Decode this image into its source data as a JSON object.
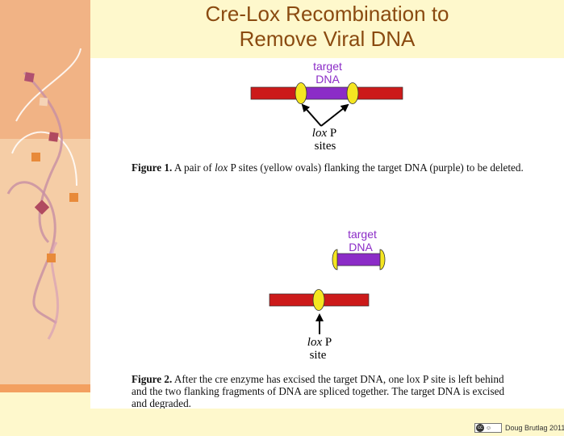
{
  "slide": {
    "title_line1": "Cre-Lox Recombination to",
    "title_line2": "Remove Viral DNA",
    "credit": "Doug Brutlag 2011"
  },
  "figure1": {
    "target_line1": "target",
    "target_line2": "DNA",
    "lox_italic": "lox",
    "lox_rest": " P",
    "sites": "sites",
    "caption_label": "Figure 1.",
    "caption_a": " A pair of ",
    "caption_lox": "lox",
    "caption_b": " P sites (yellow ovals) flanking the target DNA (purple) to be deleted."
  },
  "figure2": {
    "target_line1": "target",
    "target_line2": "DNA",
    "lox_italic": "lox",
    "lox_rest": " P",
    "site": "site",
    "caption_label": "Figure 2.",
    "caption_text": " After the cre enzyme has excised the target DNA, one lox P site is left behind and the two flanking fragments of DNA are spliced together. The target DNA is excised and degraded."
  },
  "colors": {
    "flanking_dna": "#cc1a1a",
    "target_dna": "#8b2cc7",
    "lox_site": "#f5e621",
    "label_purple": "#8b2cc7",
    "title_text": "#8a4a10",
    "header_bg": "#fef8cc",
    "sidebar_top": "#f1b385",
    "sidebar_bottom": "#f5cda6"
  },
  "icons": {
    "license": "creative-commons-badge"
  }
}
